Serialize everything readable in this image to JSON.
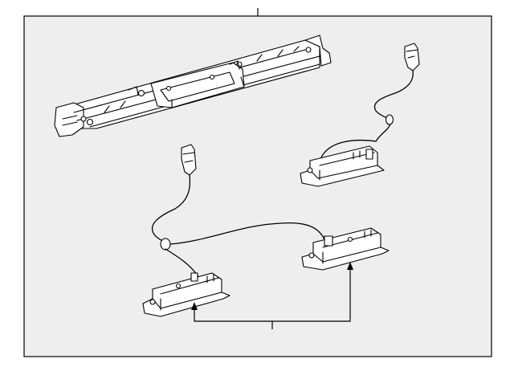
{
  "diagram": {
    "parts": [
      {
        "name": "license-lamp-bracket",
        "callout": ""
      },
      {
        "name": "license-lamp-single",
        "callout": ""
      },
      {
        "name": "license-lamp-assembly-left",
        "callout": ""
      },
      {
        "name": "license-lamp-assembly-right",
        "callout": ""
      }
    ],
    "callouts": []
  }
}
